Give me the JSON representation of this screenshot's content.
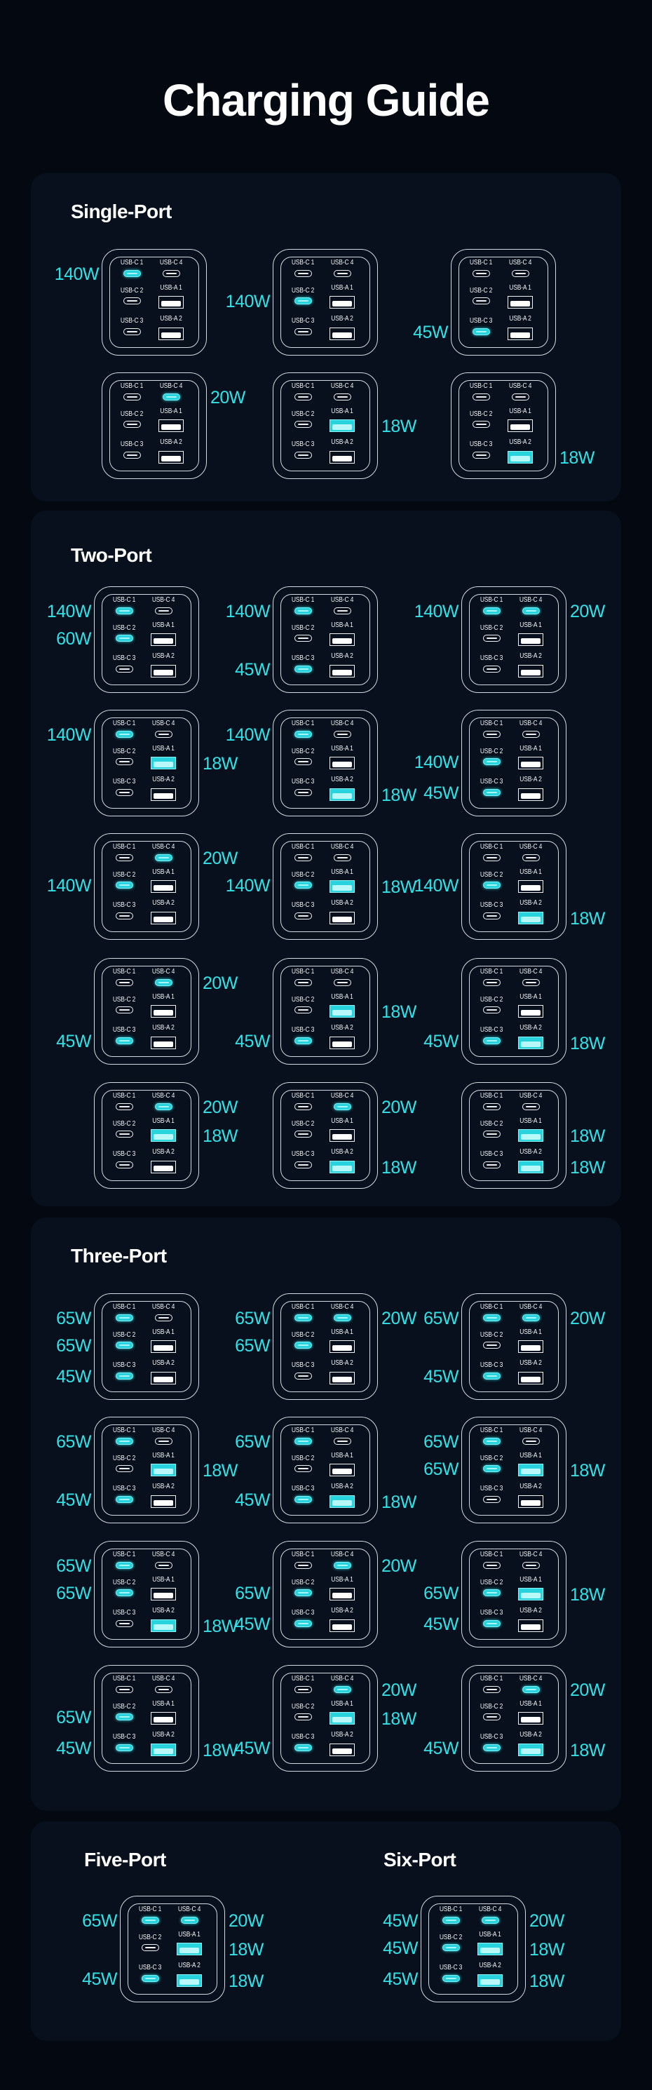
{
  "title": "Charging Guide",
  "accent_color": "#2fe3e8",
  "port_labels": {
    "C1": "USB-C 1",
    "C4": "USB-C 4",
    "C2": "USB-C 2",
    "A1": "USB-A 1",
    "C3": "USB-C 3",
    "A2": "USB-A 2"
  },
  "sections": [
    {
      "title": "Single-Port",
      "chargers": [
        {
          "C1": "140W"
        },
        {
          "C2": "140W"
        },
        {
          "C3": "45W"
        },
        {
          "C4": "20W"
        },
        {
          "A1": "18W"
        },
        {
          "A2": "18W"
        }
      ]
    },
    {
      "title": "Two-Port",
      "chargers": [
        {
          "C1": "140W",
          "C2": "60W"
        },
        {
          "C1": "140W",
          "C3": "45W"
        },
        {
          "C1": "140W",
          "C4": "20W"
        },
        {
          "C1": "140W",
          "A1": "18W"
        },
        {
          "C1": "140W",
          "A2": "18W"
        },
        {
          "C2": "140W",
          "C3": "45W"
        },
        {
          "C2": "140W",
          "C4": "20W"
        },
        {
          "C2": "140W",
          "A1": "18W"
        },
        {
          "C2": "140W",
          "A2": "18W"
        },
        {
          "C3": "45W",
          "C4": "20W"
        },
        {
          "C3": "45W",
          "A1": "18W"
        },
        {
          "C3": "45W",
          "A2": "18W"
        },
        {
          "C4": "20W",
          "A1": "18W"
        },
        {
          "C4": "20W",
          "A2": "18W"
        },
        {
          "A1": "18W",
          "A2": "18W"
        }
      ]
    },
    {
      "title": "Three-Port",
      "chargers": [
        {
          "C1": "65W",
          "C2": "65W",
          "C3": "45W"
        },
        {
          "C1": "65W",
          "C2": "65W",
          "C4": "20W"
        },
        {
          "C1": "65W",
          "C3": "45W",
          "C4": "20W"
        },
        {
          "C1": "65W",
          "C3": "45W",
          "A1": "18W"
        },
        {
          "C1": "65W",
          "C3": "45W",
          "A2": "18W"
        },
        {
          "C1": "65W",
          "C2": "65W",
          "A1": "18W"
        },
        {
          "C1": "65W",
          "C2": "65W",
          "A2": "18W"
        },
        {
          "C2": "65W",
          "C3": "45W",
          "C4": "20W"
        },
        {
          "C2": "65W",
          "C3": "45W",
          "A1": "18W"
        },
        {
          "C2": "65W",
          "C3": "45W",
          "A2": "18W"
        },
        {
          "C3": "45W",
          "C4": "20W",
          "A1": "18W"
        },
        {
          "C3": "45W",
          "C4": "20W",
          "A2": "18W"
        }
      ]
    },
    {
      "title": "Five-Port",
      "chargers": [
        {
          "C1": "65W",
          "C4": "20W",
          "A1": "18W",
          "C3": "45W",
          "A2": "18W"
        }
      ]
    },
    {
      "title": "Six-Port",
      "chargers": [
        {
          "C1": "45W",
          "C2": "45W",
          "C3": "45W",
          "C4": "20W",
          "A1": "18W",
          "A2": "18W"
        }
      ]
    }
  ]
}
